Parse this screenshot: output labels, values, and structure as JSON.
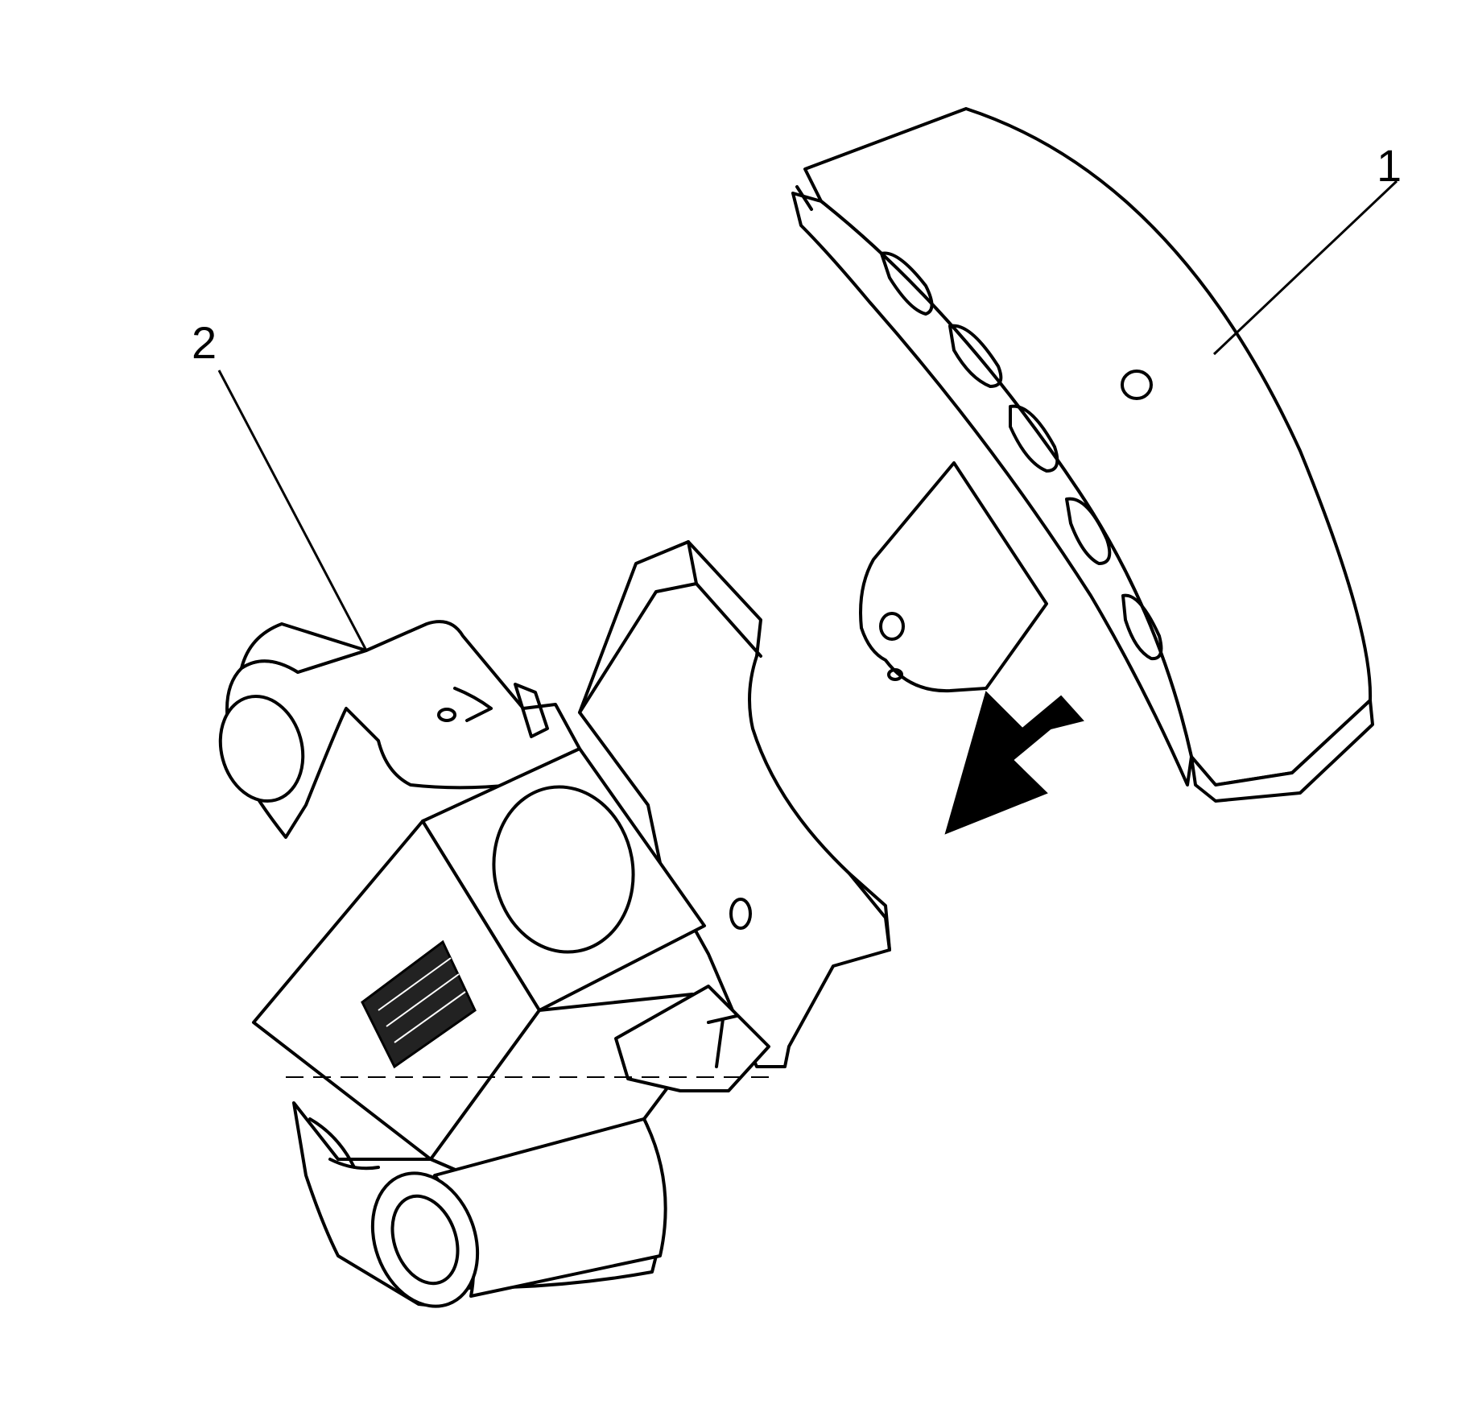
{
  "diagram": {
    "callouts": [
      {
        "id": "1",
        "label": "1",
        "part": "tensioner-shoe"
      },
      {
        "id": "2",
        "label": "2",
        "part": "tensioner-body"
      }
    ],
    "arrow": {
      "meaning": "installation-direction"
    },
    "colors": {
      "line": "#000000",
      "background": "#ffffff",
      "fill": "#ffffff",
      "arrow": "#000000"
    }
  }
}
